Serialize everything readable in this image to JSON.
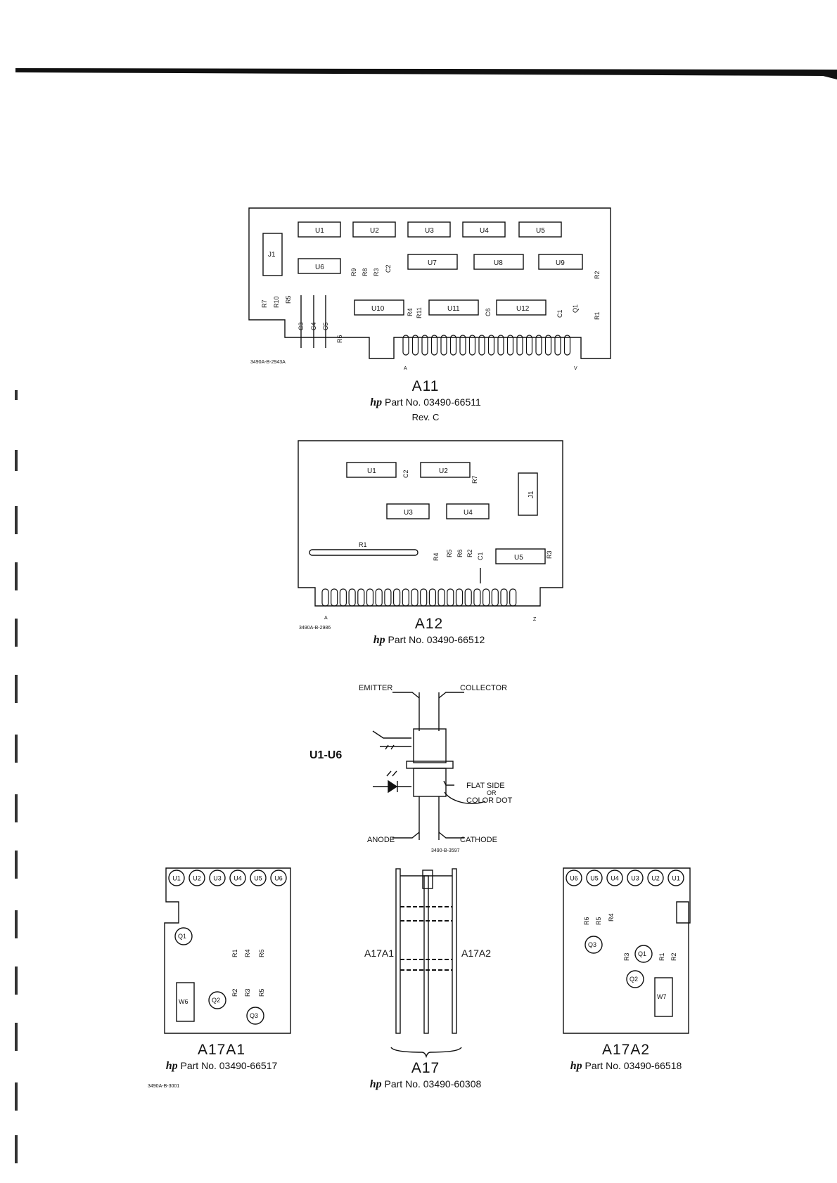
{
  "boards": {
    "a11": {
      "title": "A11",
      "part_prefix": "hp",
      "part_label": "Part No. 03490-66511",
      "rev": "Rev. C",
      "drawing_no": "3490A-B-2943A",
      "conn_first": "A",
      "conn_last": "V",
      "ics": [
        "U1",
        "U2",
        "U3",
        "U4",
        "U5",
        "U6",
        "U7",
        "U8",
        "U9",
        "U10",
        "U11",
        "U12"
      ],
      "jack": "J1",
      "resistors": [
        "R1",
        "R2",
        "R3",
        "R4",
        "R5",
        "R6",
        "R7",
        "R8",
        "R9",
        "R10",
        "R11"
      ],
      "capacitors": [
        "C1",
        "C2",
        "C3",
        "C4",
        "C5",
        "C6"
      ],
      "transistor": "Q1"
    },
    "a12": {
      "title": "A12",
      "part_prefix": "hp",
      "part_label": "Part No. 03490-66512",
      "drawing_no": "3490A-B-2986",
      "conn_first": "A",
      "conn_last": "Z",
      "ics": [
        "U1",
        "U2",
        "U3",
        "U4",
        "U5"
      ],
      "jack": "J1",
      "resistors": [
        "R1",
        "R2",
        "R3",
        "R4",
        "R5",
        "R6",
        "R7"
      ],
      "capacitors": [
        "C1",
        "C2"
      ]
    },
    "optocoupler": {
      "ref": "U1-U6",
      "emitter": "EMITTER",
      "collector": "COLLECTOR",
      "flat_side": "FLAT SIDE",
      "or": "OR",
      "color_dot": "COLOR DOT",
      "anode": "ANODE",
      "cathode": "CATHODE",
      "drawing_no": "3490-B-3597"
    },
    "a17a1": {
      "title": "A17A1",
      "part_prefix": "hp",
      "part_label": "Part No. 03490-66517",
      "drawing_no": "3490A-B-3001",
      "sockets": [
        "U1",
        "U2",
        "U3",
        "U4",
        "U5",
        "U6"
      ],
      "transistors": [
        "Q1",
        "Q2",
        "Q3"
      ],
      "wire": "W6",
      "resistors": [
        "R1",
        "R2",
        "R3",
        "R4",
        "R5",
        "R6"
      ]
    },
    "a17": {
      "title": "A17",
      "part_prefix": "hp",
      "part_label": "Part No. 03490-60308",
      "left": "A17A1",
      "right": "A17A2"
    },
    "a17a2": {
      "title": "A17A2",
      "part_prefix": "hp",
      "part_label": "Part No. 03490-66518",
      "sockets": [
        "U6",
        "U5",
        "U4",
        "U3",
        "U2",
        "U1"
      ],
      "transistors": [
        "Q1",
        "Q2",
        "Q3"
      ],
      "wire": "W7",
      "resistors": [
        "R1",
        "R2",
        "R3",
        "R4",
        "R5",
        "R6"
      ]
    }
  }
}
